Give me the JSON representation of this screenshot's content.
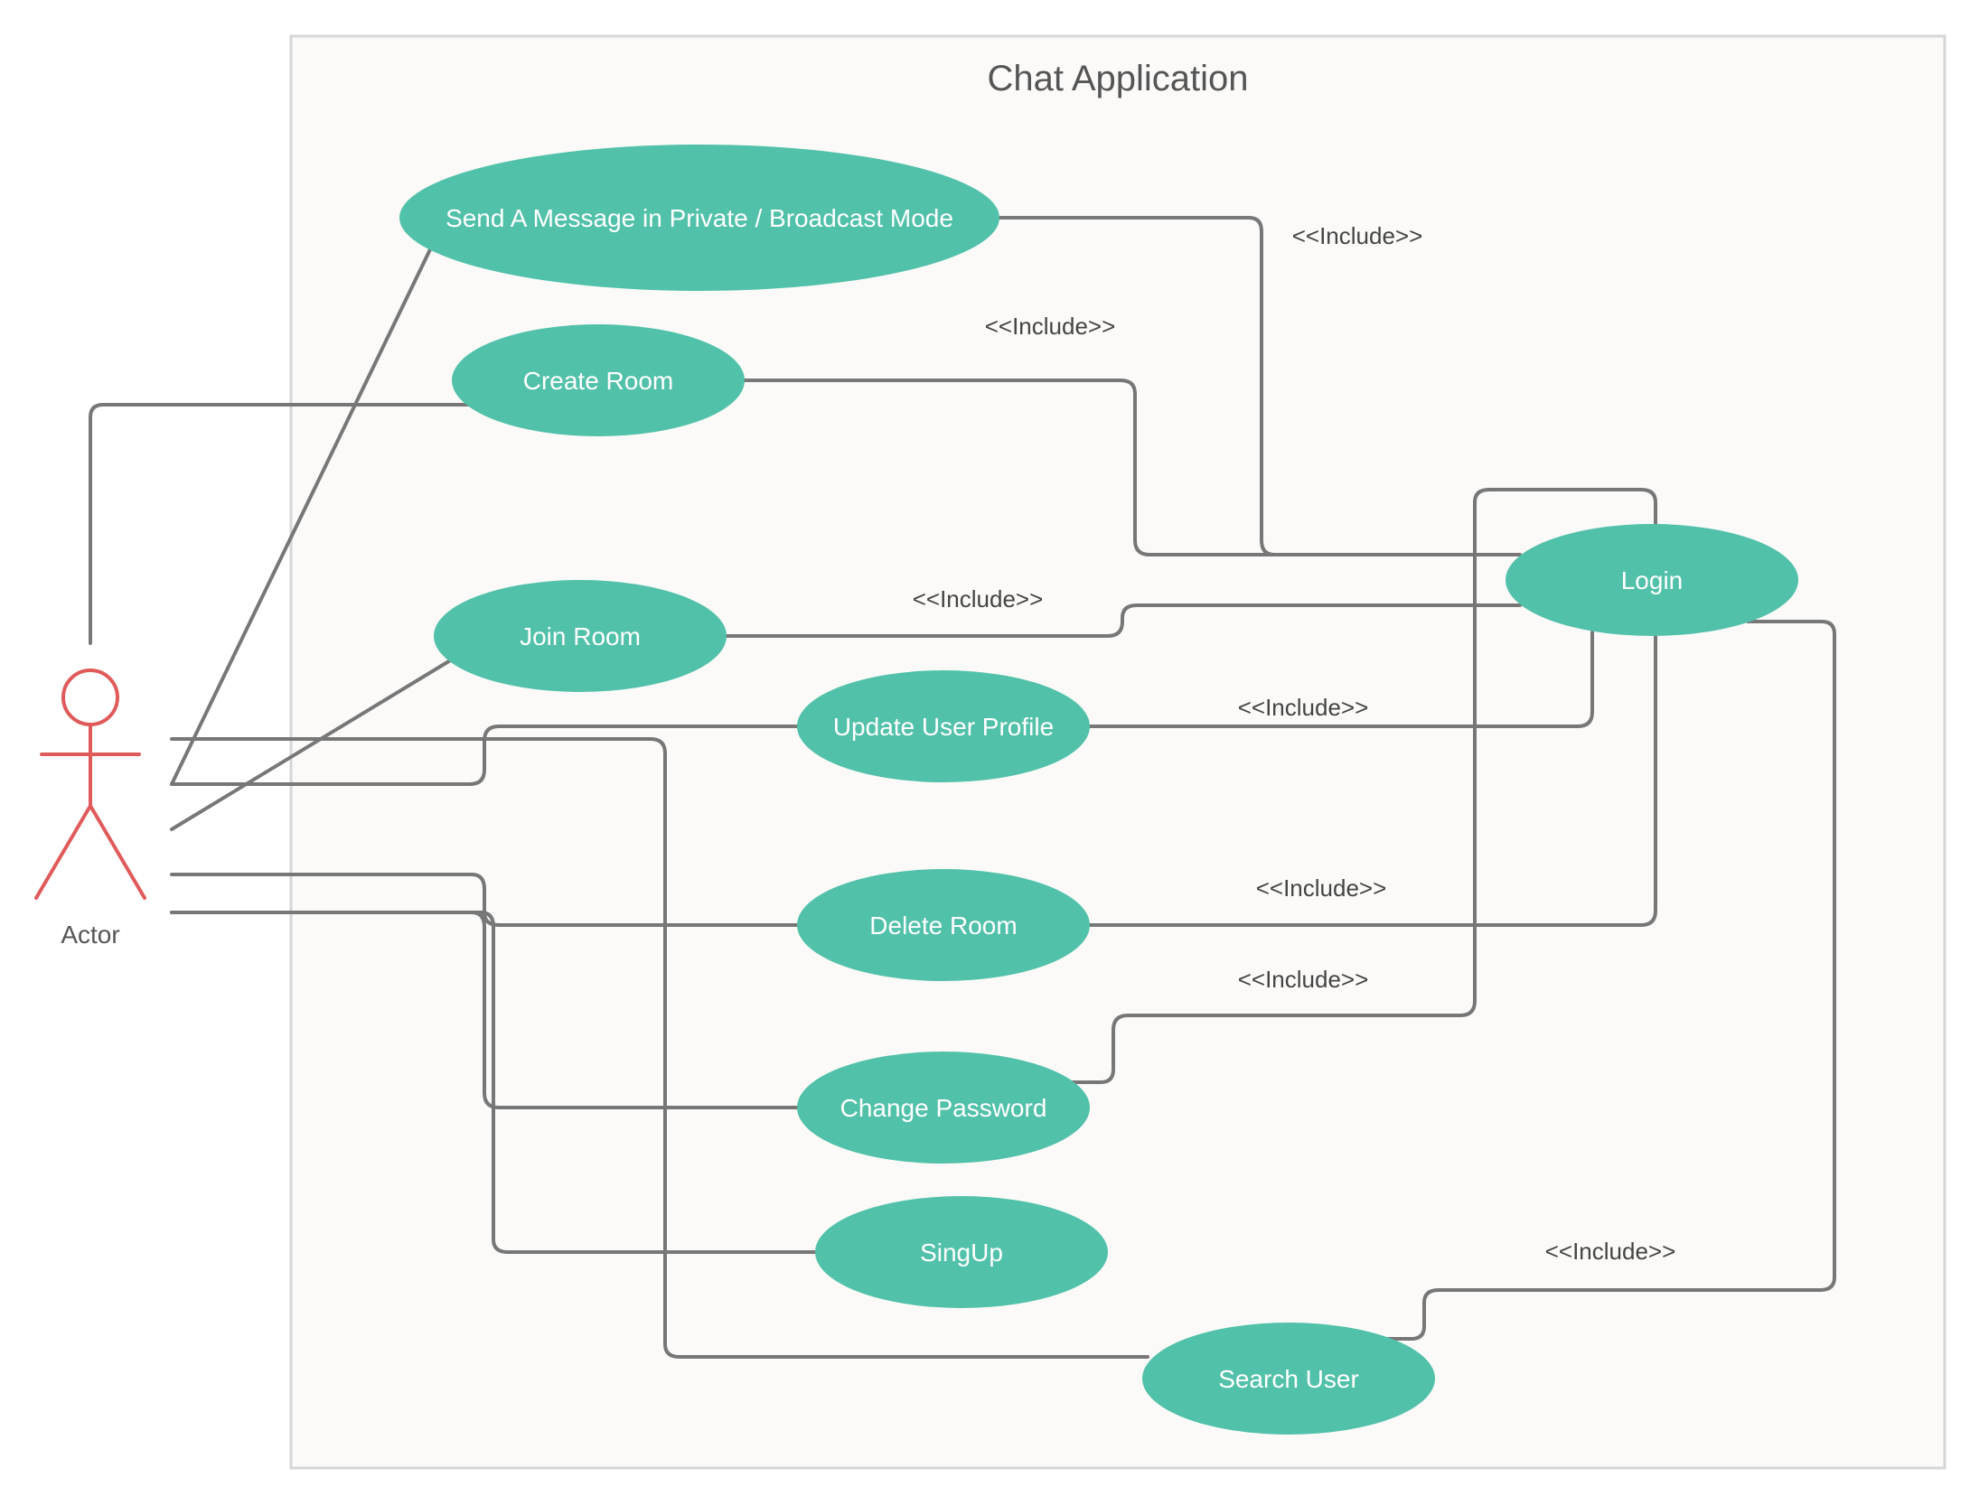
{
  "diagram": {
    "title": "Chat Application",
    "actor": {
      "label": "Actor"
    },
    "use_cases": {
      "send_message": "Send A Message in Private / Broadcast Mode",
      "create_room": "Create Room",
      "join_room": "Join Room",
      "update_profile": "Update User Profile",
      "delete_room": "Delete Room",
      "change_password": "Change Password",
      "signup": "SingUp",
      "search_user": "Search User",
      "login": "Login"
    },
    "include_label": "<<Include>>",
    "colors": {
      "use_case_fill": "#52c1a9",
      "actor_stroke": "#e05a5a",
      "connector": "#777777",
      "boundary_fill": "#fbfaf8",
      "boundary_stroke": "#d6d6d6"
    }
  }
}
